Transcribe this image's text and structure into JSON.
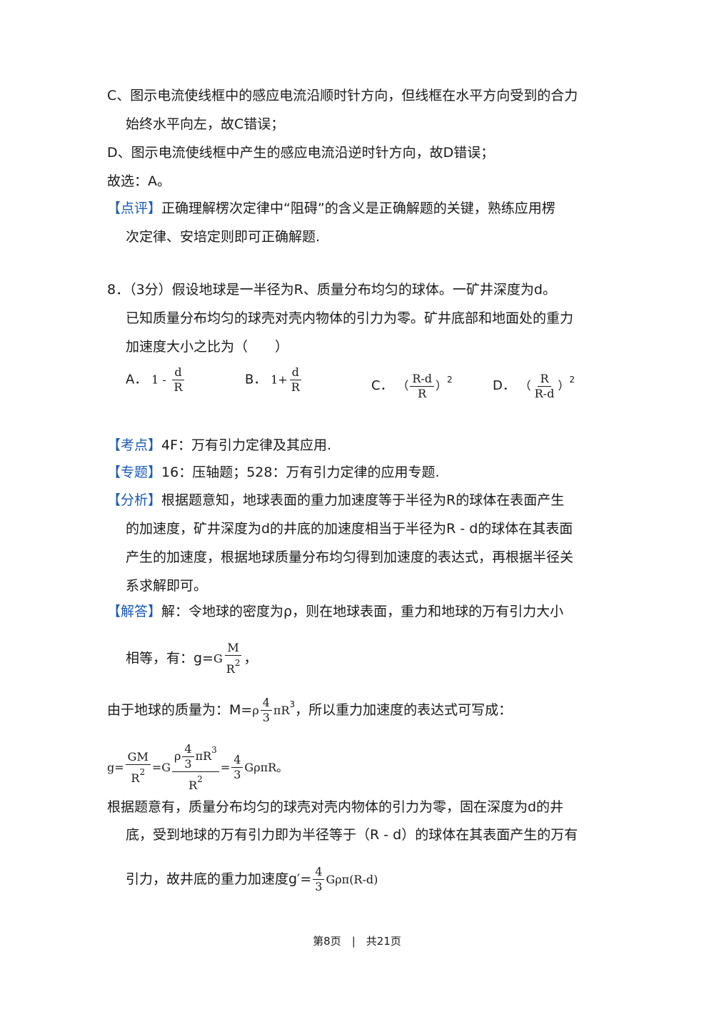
{
  "prev": {
    "c1": "C、图示电流使线框中的感应电流沿顺时针方向，但线框在水平方向受到的合力",
    "c2": "始终水平向左，故C错误；",
    "d": "D、图示电流使线框中产生的感应电流沿逆时针方向，故D错误；",
    "select": "故选：A。",
    "review_tag": "【点评】",
    "review1": "正确理解楞次定律中“阻碍”的含义是正确解题的关键，熟练应用楞",
    "review2": "次定律、安培定则即可正确解题."
  },
  "question": {
    "q1": "8．（3分）假设地球是一半径为R、质量分布均匀的球体。一矿井深度为d。",
    "q2": "已知质量分布均匀的球壳对壳内物体的引力为零。矿井底部和地面处的重力",
    "q3": "加速度大小之比为（　　）",
    "options": {
      "a_label": "A．",
      "a_expr": "1 -",
      "a_num": "d",
      "a_den": "R",
      "b_label": "B．",
      "b_expr": "1+",
      "b_num": "d",
      "b_den": "R",
      "c_label": "C．",
      "c_open": "（",
      "c_num": "R-d",
      "c_den": "R",
      "c_close": "）",
      "c_exp": "2",
      "d_label": "D．",
      "d_open": "（",
      "d_num": "R",
      "d_den": "R-d",
      "d_close": "）",
      "d_exp": "2"
    }
  },
  "solution": {
    "kd_tag": "【考点】",
    "kd": "4F：万有引力定律及其应用.",
    "zt_tag": "【专题】",
    "zt": "16：压轴题；528：万有引力定律的应用专题.",
    "fx_tag": "【分析】",
    "fx1": "根据题意知，地球表面的重力加速度等于半径为R的球体在表面产生",
    "fx2": "的加速度，矿井深度为d的井底的加速度相当于半径为R - d的球体在其表面",
    "fx3": "产生的加速度，根据地球质量分布均匀得到加速度的表达式，再根据半径关",
    "fx4": "系求解即可。",
    "jd_tag": "【解答】",
    "jd1": "解：令地球的密度为ρ，则在地球表面，重力和地球的万有引力大小",
    "eq1_pre": "相等，有：g=",
    "eq1_G": "G",
    "eq1_num": "M",
    "eq1_den": "R",
    "eq1_exp": "2",
    "eq1_post": "，",
    "mass_pre": "由于地球的质量为：M=",
    "mass_rho": "ρ",
    "mass_num": "4",
    "mass_den": "3",
    "mass_pi": "πR",
    "mass_exp": "3",
    "mass_post": "，所以重力加速度的表达式可写成：",
    "eq2_g": "g=",
    "eq2_n1": "GM",
    "eq2_d1": "R",
    "eq2_d1exp": "2",
    "eq2_eq": "=G",
    "eq2_rho": "ρ",
    "eq2_n2a": "4",
    "eq2_n2b": "3",
    "eq2_piR": "πR",
    "eq2_piRexp": "3",
    "eq2_d2": "R",
    "eq2_d2exp": "2",
    "eq2_eq2": "=",
    "eq2_n3": "4",
    "eq2_d3": "3",
    "eq2_tail": "GρπR。",
    "p1": "根据题意有，质量分布均匀的球壳对壳内物体的引力为零，固在深度为d的井",
    "p2": "底，受到地球的万有引力即为半径等于（R - d）的球体在其表面产生的万有",
    "p3_pre": "引力，故井底的重力加速度g′=",
    "p3_num": "4",
    "p3_den": "3",
    "p3_tail": "Gρπ(R-d)"
  },
  "footer": "第8页　|　共21页"
}
